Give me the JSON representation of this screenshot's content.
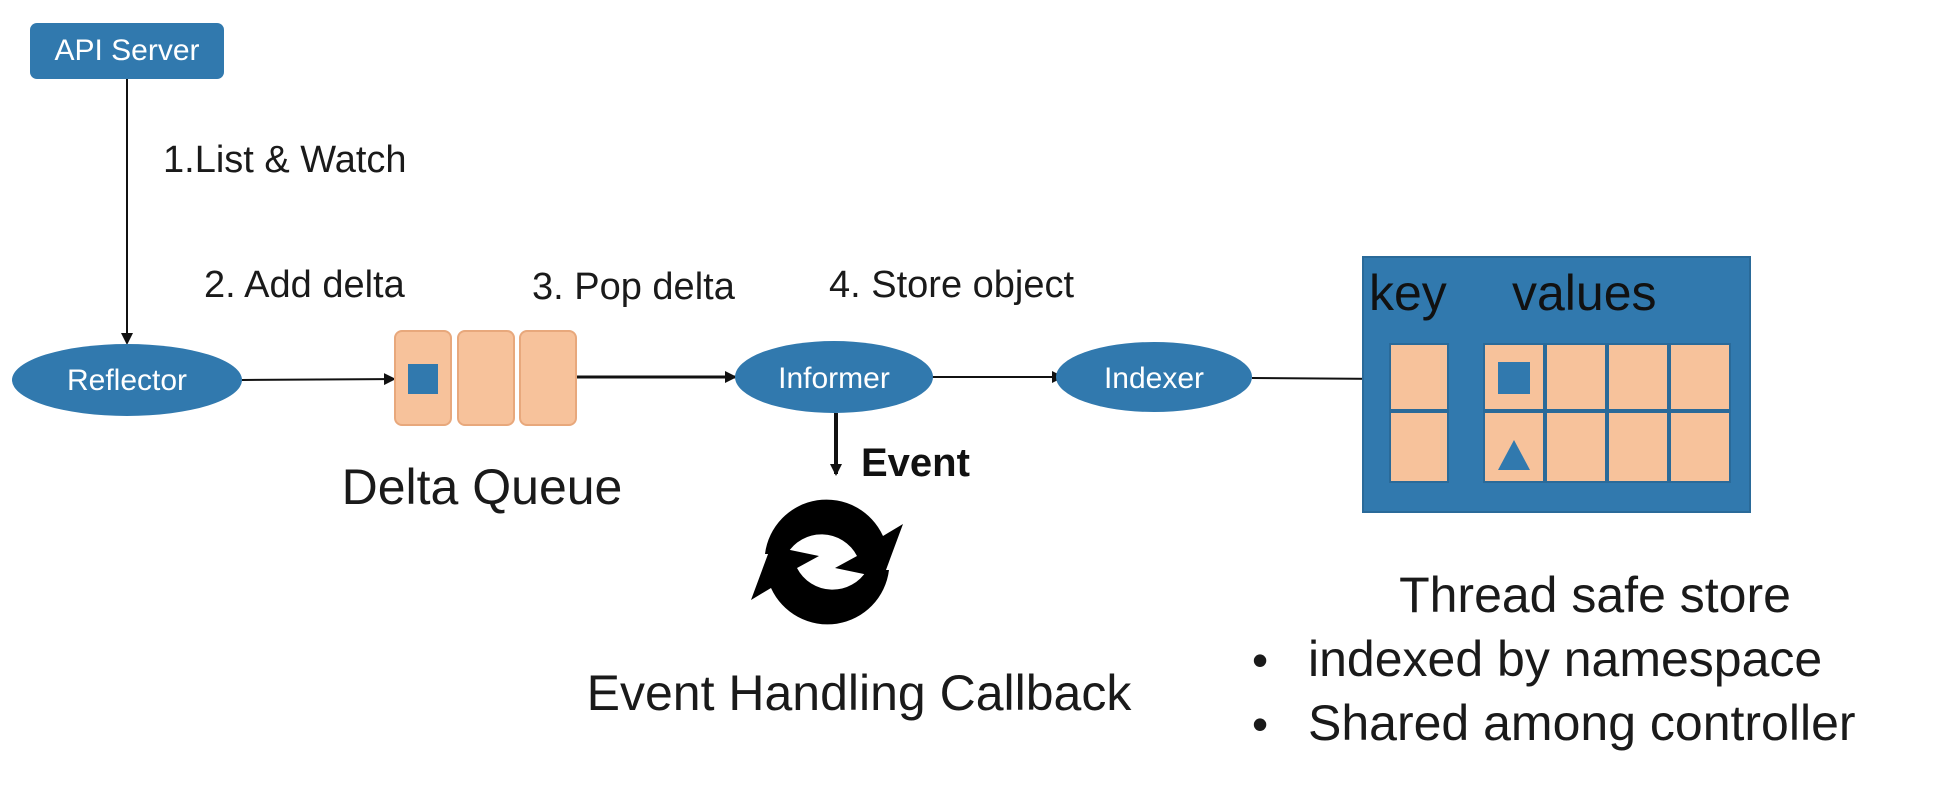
{
  "colors": {
    "node_fill": "#3179ae",
    "node_text": "#ffffff",
    "queue_fill": "#f7c29b",
    "queue_stroke": "#e8a87c",
    "store_fill": "#3179ae",
    "arrow": "#111111",
    "text": "#1a1a1a"
  },
  "nodes": {
    "api_server": "API Server",
    "reflector": "Reflector",
    "informer": "Informer",
    "indexer": "Indexer"
  },
  "steps": {
    "list_watch": "1.List & Watch",
    "add_delta": "2. Add delta",
    "pop_delta": "3. Pop delta",
    "store_object": "4. Store object"
  },
  "delta_queue": {
    "label": "Delta Queue"
  },
  "event": {
    "label": "Event",
    "callback_label": "Event Handling Callback",
    "icon": "sync-icon"
  },
  "store": {
    "key_label": "key",
    "values_label": "values",
    "title": "Thread safe store",
    "bullets": [
      "indexed by namespace",
      "Shared among controller"
    ]
  }
}
